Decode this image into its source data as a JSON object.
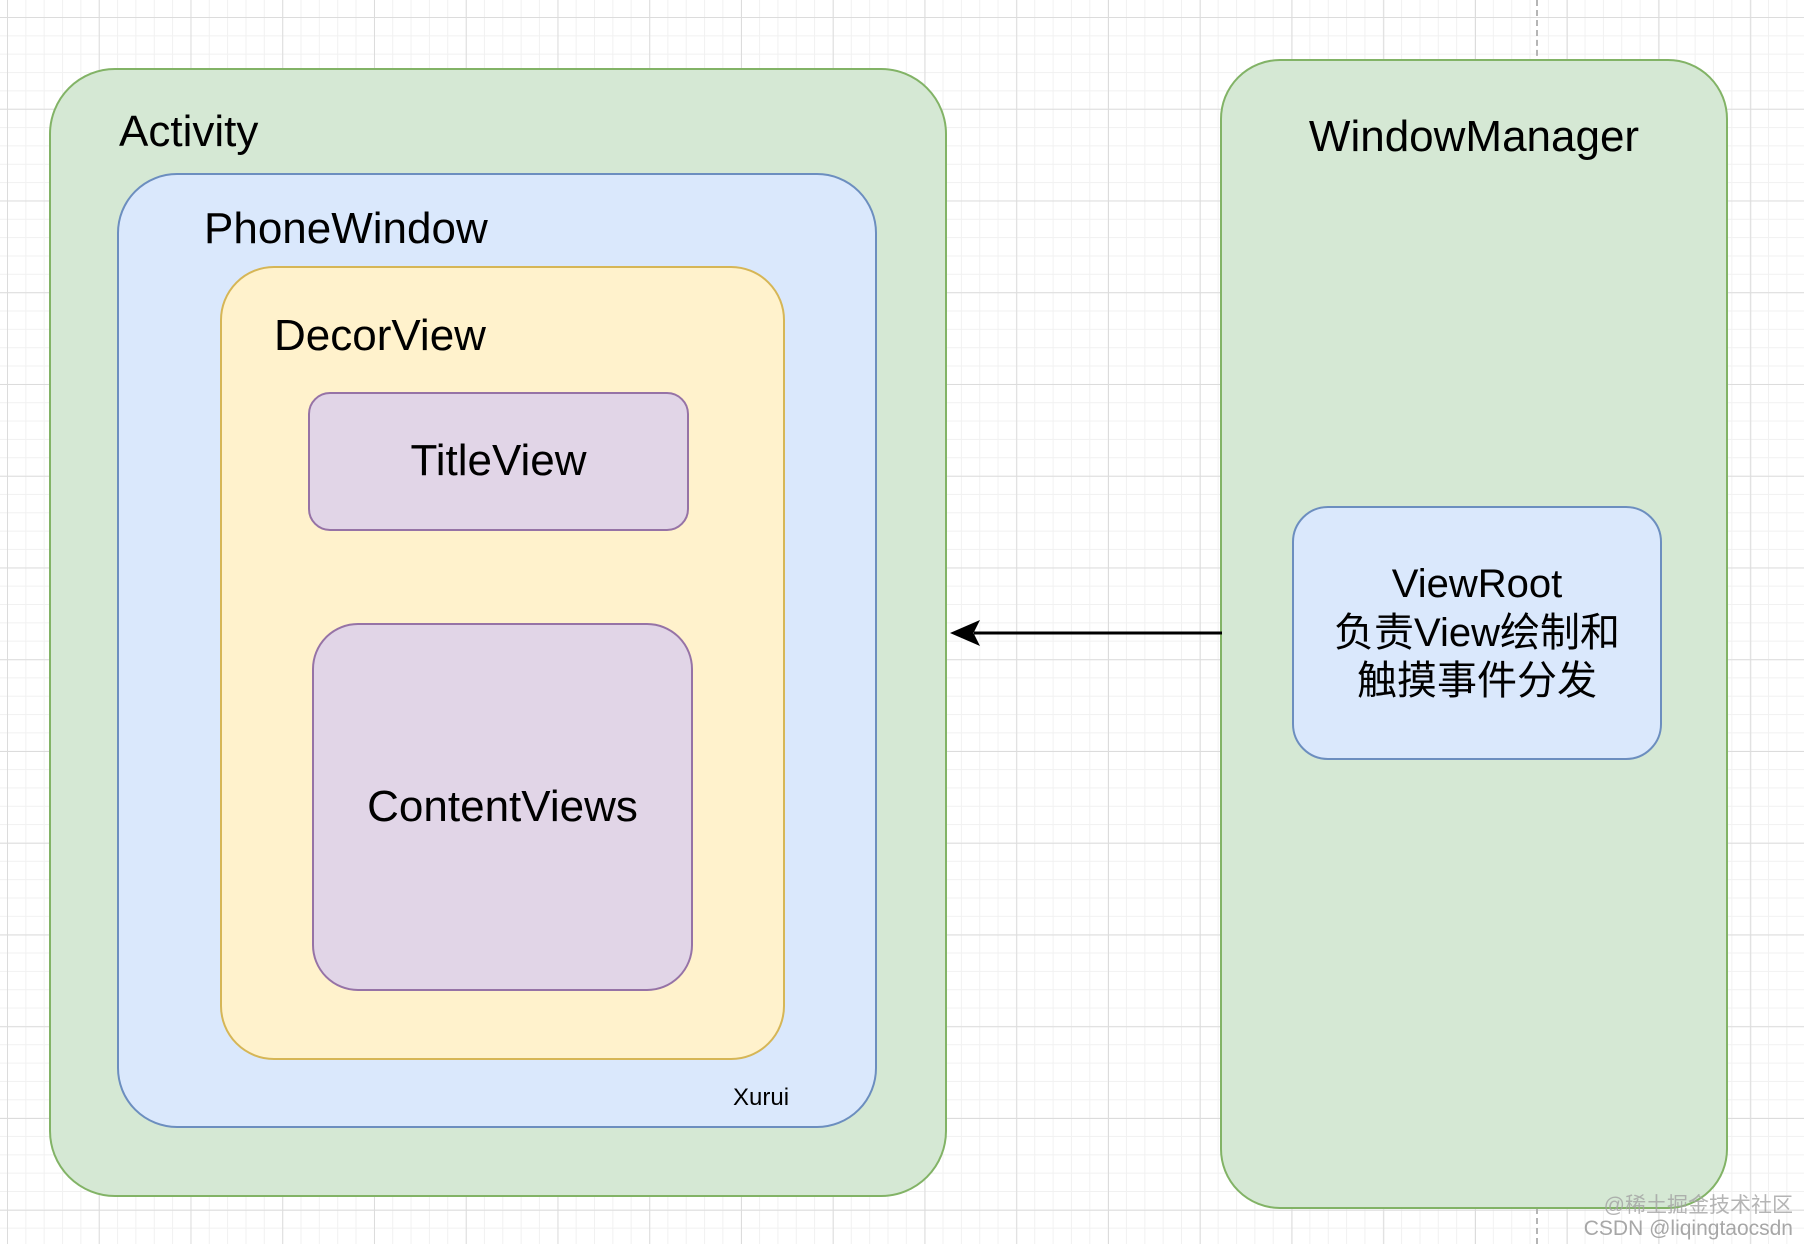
{
  "diagram": {
    "activity": {
      "label": "Activity"
    },
    "phone_window": {
      "label": "PhoneWindow"
    },
    "decor_view": {
      "label": "DecorView"
    },
    "title_view": {
      "label": "TitleView"
    },
    "content_views": {
      "label": "ContentViews"
    },
    "author_tag": "Xurui",
    "window_manager": {
      "label": "WindowManager"
    },
    "view_root": {
      "lines": [
        "ViewRoot",
        "负责View绘制和",
        "触摸事件分发"
      ]
    }
  },
  "watermark": {
    "line1": "@稀土掘金技术社区",
    "line2": "CSDN @liqingtaocsdn"
  },
  "colors": {
    "green_fill": "#d5e8d4",
    "green_border": "#82b366",
    "blue_fill": "#dae8fc",
    "blue_border": "#6c8ebf",
    "yellow_fill": "#fff2cc",
    "yellow_border": "#d6b656",
    "purple_fill": "#e1d5e7",
    "purple_border": "#9673a6",
    "arrow_color": "#000000",
    "grid_minor": "#f1f1f1",
    "grid_major": "#dcdcdc",
    "divider_color": "#b5b5b5",
    "watermark_color": "#a3a3a3"
  }
}
